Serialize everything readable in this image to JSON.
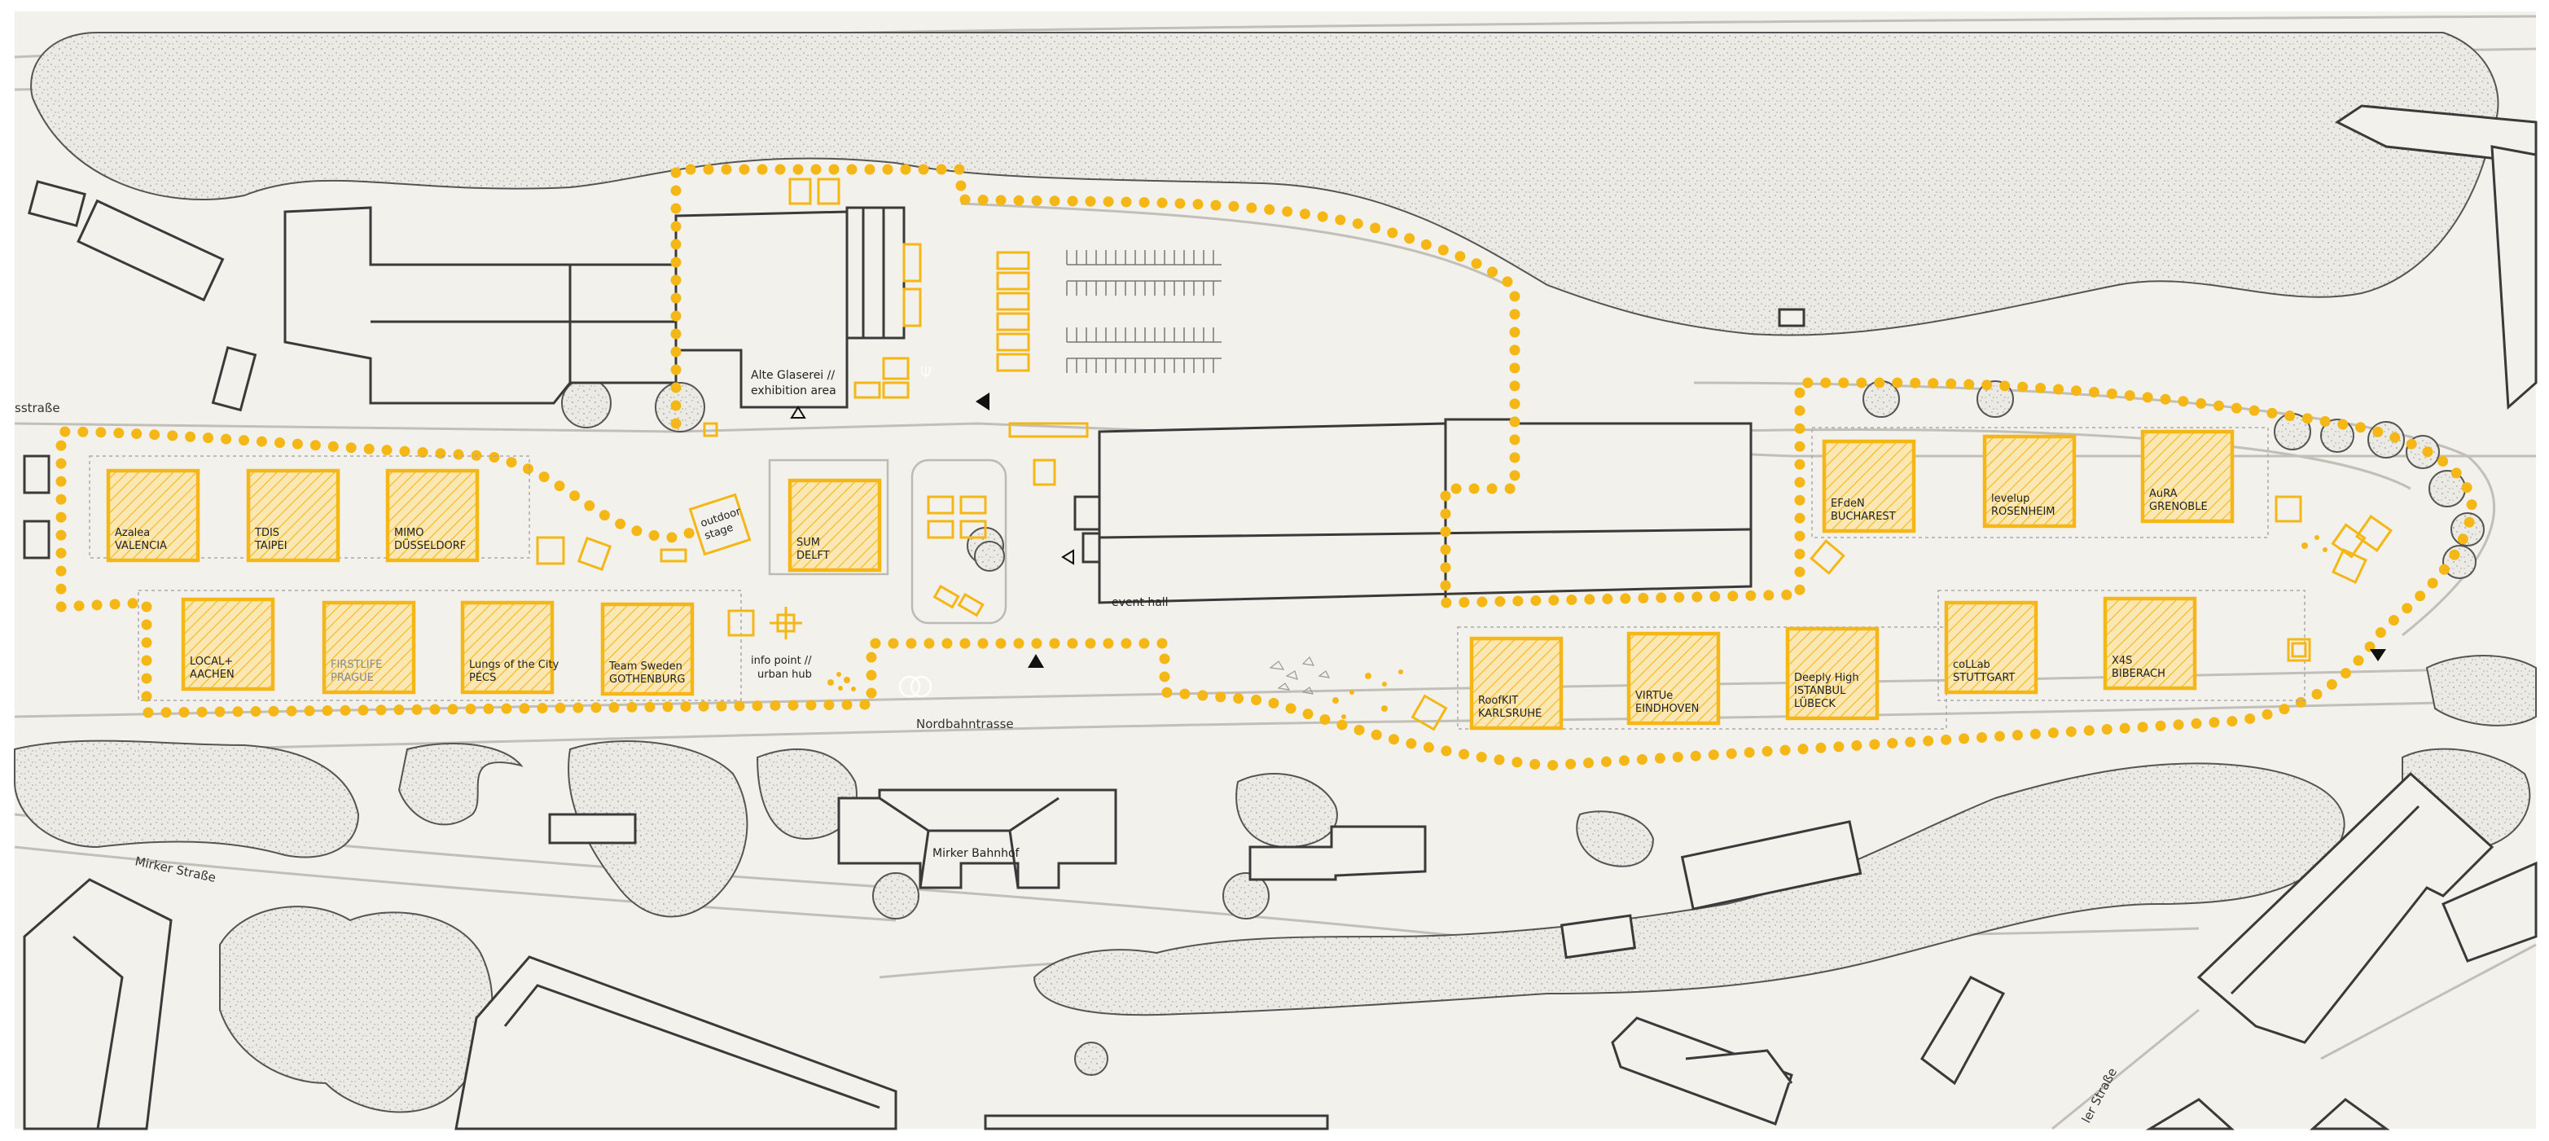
{
  "colors": {
    "background": "#f3f1ec",
    "paper": "#ffffff",
    "accent": "#f5b716",
    "building_stroke": "#3a3a3a",
    "street_stroke": "#bdbab3",
    "tree_fill": "#ecebe7",
    "tree_stroke": "#555555"
  },
  "map": {
    "streets": {
      "nordbahntrasse": "Nordbahntrasse",
      "mirker_strasse": "Mirker Straße",
      "left_strasse": "sstraße",
      "bottom_strasse": "ler Straße"
    },
    "buildings": {
      "alte_glaserei": [
        "Alte Glaserei //",
        "exhibition area"
      ],
      "event_hall": "event hall",
      "mirker_bahnhof": "Mirker Bahnhof",
      "outdoor_stage": [
        "outdoor",
        "stage"
      ],
      "info_point": [
        "info point //",
        "urban hub"
      ]
    },
    "houses": [
      {
        "team": "Azalea",
        "city": "VALENCIA",
        "muted": false
      },
      {
        "team": "TDIS",
        "city": "TAIPEI",
        "muted": false
      },
      {
        "team": "MIMO",
        "city": "DÜSSELDORF",
        "muted": false
      },
      {
        "team": "SUM",
        "city": "DELFT",
        "muted": false
      },
      {
        "team": "LOCAL+",
        "city": "AACHEN",
        "muted": false
      },
      {
        "team": "FIRSTLIFE",
        "city": "PRAGUE",
        "muted": true
      },
      {
        "team": "Lungs of the City",
        "city": "PÉCS",
        "muted": false
      },
      {
        "team": "Team Sweden",
        "city": "GOTHENBURG",
        "muted": false
      },
      {
        "team": "EFdeN",
        "city": "BUCHAREST",
        "muted": false
      },
      {
        "team": "levelup",
        "city": "ROSENHEIM",
        "muted": false
      },
      {
        "team": "AuRA",
        "city": "GRENOBLE",
        "muted": false
      },
      {
        "team": "RoofKIT",
        "city": "KARLSRUHE",
        "muted": false
      },
      {
        "team": "VIRTUe",
        "city": "EINDHOVEN",
        "muted": false
      },
      {
        "team": "Deeply High",
        "city": "ISTANBUL",
        "city2": "LÜBECK",
        "muted": false
      },
      {
        "team": "coLLab",
        "city": "STUTTGART",
        "muted": false
      },
      {
        "team": "X4S",
        "city": "BIBERACH",
        "muted": false
      }
    ]
  }
}
